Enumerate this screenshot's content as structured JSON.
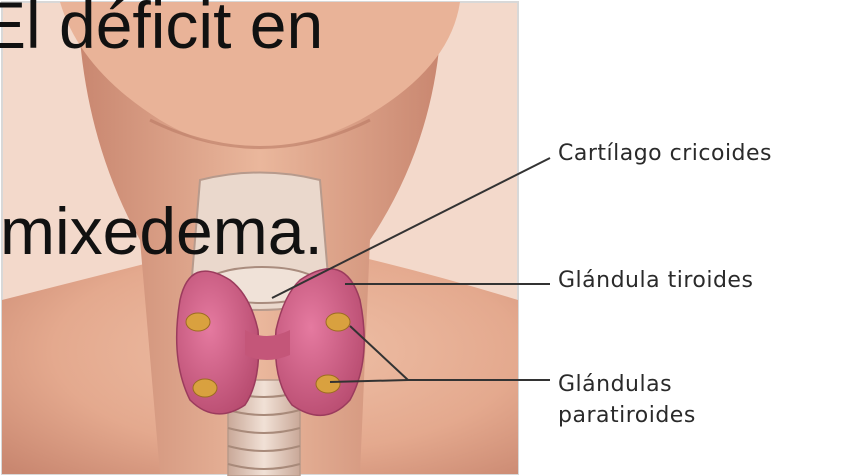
{
  "overlay_text": {
    "line1": "El déficit en",
    "line2": "mixedema."
  },
  "labels": {
    "cricoid": "Cartílago cricoides",
    "thyroid": "Glándula tiroides",
    "parathyroid_line1": "Glándulas",
    "parathyroid_line2": "paratiroides"
  },
  "colors": {
    "skin": "#e4a98e",
    "skin_shadow": "#c98770",
    "thyroid": "#cf5f84",
    "parathyroid": "#d9a13f",
    "trachea": "#e8d3c6",
    "frame": "#d8d8d8"
  }
}
